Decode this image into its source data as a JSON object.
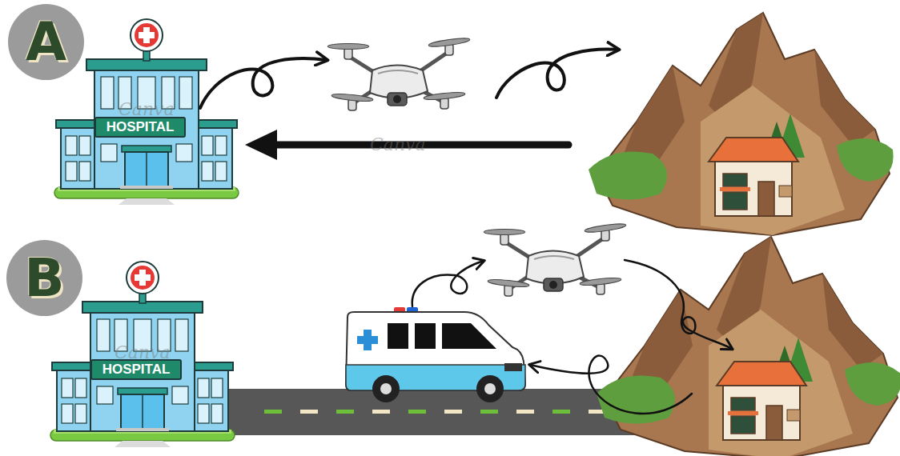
{
  "diagram": {
    "nodes": [
      {
        "text": [
          "A"
        ]
      },
      {
        "text": [
          "HOSPITAL"
        ]
      },
      {
        "text": [
          "B"
        ]
      },
      {
        "text": [
          "HOSPITAL"
        ]
      }
    ],
    "labels": [
      "Canva",
      "Canva",
      "Canva"
    ]
  }
}
